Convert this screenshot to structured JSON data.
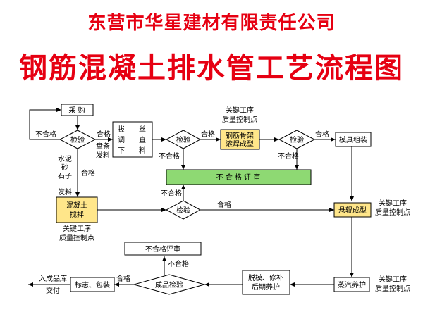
{
  "header": {
    "company": "东营市华星建材有限责任公司",
    "title": "钢筋混凝土排水管工艺流程图"
  },
  "nodes": {
    "purchase": "采  购",
    "inspect": "检验",
    "unload": [
      "拔",
      "丝",
      "调",
      "直",
      "下",
      "料"
    ],
    "cage": [
      "钢筋骨架",
      "滚焊成型"
    ],
    "mold": "模具组装",
    "review_bar": "不  合  格  评  审",
    "mix": [
      "混凝土",
      "搅拌"
    ],
    "roll": "悬辊成型",
    "finished_inspect": "成品检验",
    "demold": [
      "脱模、修补",
      "后期养护"
    ],
    "steam": "蒸汽养护",
    "label_pack": "标志、包装",
    "review": "不合格评审"
  },
  "labels": {
    "fail": "不合格",
    "pass": "合格",
    "coil": [
      "盘条",
      "发料"
    ],
    "materials": [
      "水泥",
      "砂",
      "石子"
    ],
    "issue": "发料",
    "key_process": [
      "关键工序",
      "质量控制点"
    ],
    "warehouse": [
      "入成品库",
      "交付"
    ]
  }
}
